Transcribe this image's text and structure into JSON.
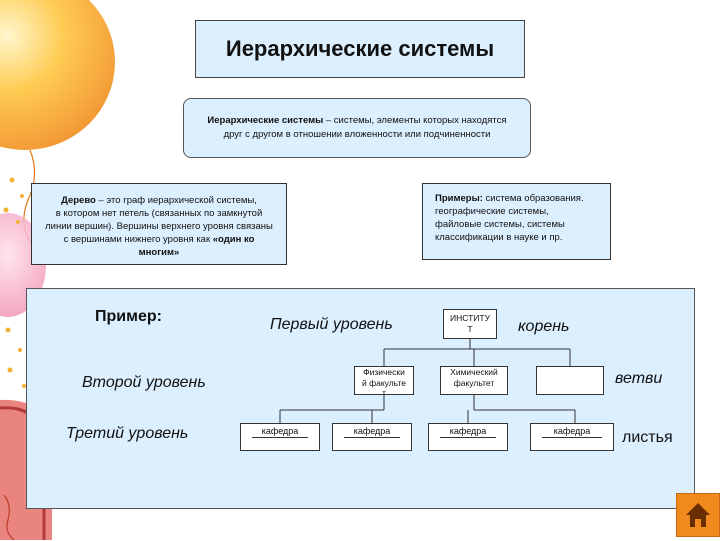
{
  "title": "Иерархические системы",
  "definition": {
    "term": "Иерархические системы",
    "rest_line1": " – системы, элементы которых находятся",
    "line2": "друг с другом в отношении вложенности или подчиненности"
  },
  "tree": {
    "term": "Дерево",
    "line1_rest": " – это граф иерархической системы,",
    "line2": "в котором нет петель (связанных по замкнутой",
    "line3": "линии вершин). Вершины верхнего уровня связаны",
    "line4_plain": "с вершинами нижнего уровня как ",
    "line4_bold": "«один ко",
    "line5_bold": "многим»"
  },
  "examples": {
    "term": "Примеры:",
    "line1_rest": " система образования.",
    "line2": "географические системы,",
    "line3": "файловые системы, системы",
    "line4": "классификации в науке и пр."
  },
  "diagram": {
    "example_label": "Пример:",
    "level1": "Первый уровень",
    "level2": "Второй уровень",
    "level3": "Третий уровень",
    "root_word": "корень",
    "branches_word": "ветви",
    "leaves_word": "листья",
    "root_node": "ИНСТИТУТ",
    "branch_nodes": [
      "Физический факультет",
      "Химический факультет",
      ""
    ],
    "leaf_nodes": [
      "кафедра",
      "кафедра",
      "кафедра",
      "кафедра"
    ]
  },
  "colors": {
    "box_fill": "#dcefff",
    "nav_button": "#f08a1c"
  },
  "icons": {
    "nav": "home-icon",
    "decor": "balloons"
  }
}
